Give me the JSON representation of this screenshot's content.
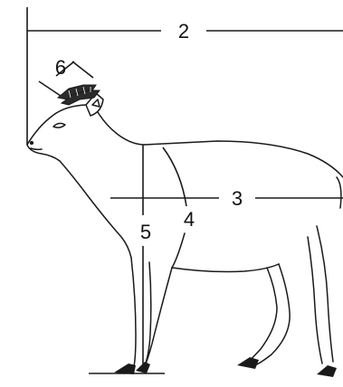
{
  "colors": {
    "ink": "#1a1a1a",
    "background": "#ffffff",
    "horn": "#2b2b2b"
  },
  "labels": {
    "label_2": "2",
    "label_3": "3",
    "label_4": "4",
    "label_5": "5",
    "label_6": "6"
  }
}
